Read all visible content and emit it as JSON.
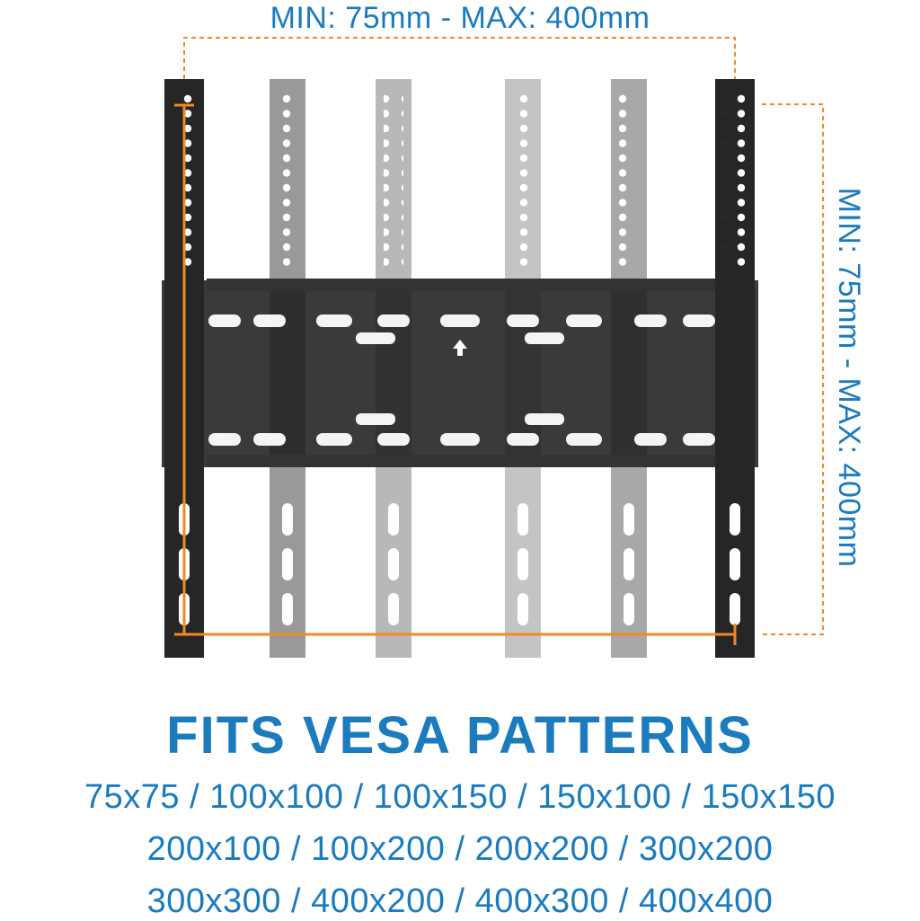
{
  "dimensions": {
    "horizontal_label": "MIN: 75mm - MAX: 400mm",
    "vertical_label": "MIN: 75mm - MAX: 400mm"
  },
  "headline": "FITS VESA PATTERNS",
  "patterns_lines": [
    "75x75 / 100x100 / 100x150 / 150x100 / 150x150",
    "200x100 / 100x200 / 200x200 / 300x200",
    "300x300 / 400x200 / 400x300 / 400x400"
  ],
  "colors": {
    "text_blue": "#1a7bbf",
    "measure_orange": "#f08a24",
    "bracket_dark": "#262626",
    "arm_gray_1": "#999999",
    "arm_gray_2": "#b3b3b3",
    "arm_gray_3": "#c4c4c4"
  }
}
